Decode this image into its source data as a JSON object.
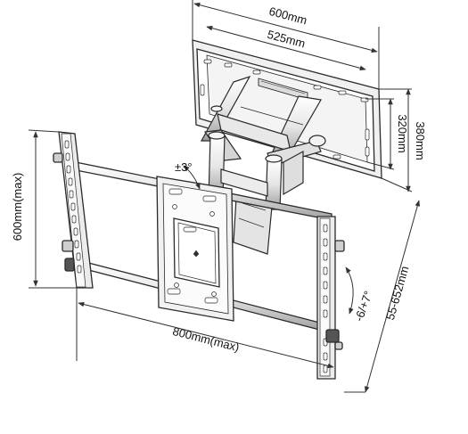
{
  "dimensions": {
    "wall_plate_width": "600mm",
    "wall_plate_inner_width": "525mm",
    "wall_plate_inner_height": "320mm",
    "wall_plate_height": "380mm",
    "tv_bracket_height": "600mm(max)",
    "tv_bracket_width": "800mm(max)",
    "extension": "55-652mm"
  },
  "angles": {
    "swivel": "±3°",
    "tilt": "-6/+7°"
  },
  "colors": {
    "line": "#2a2a2a",
    "metal_fill": "#f4f4f4",
    "shadow": "#bdbdbd",
    "dimension": "#333333"
  }
}
